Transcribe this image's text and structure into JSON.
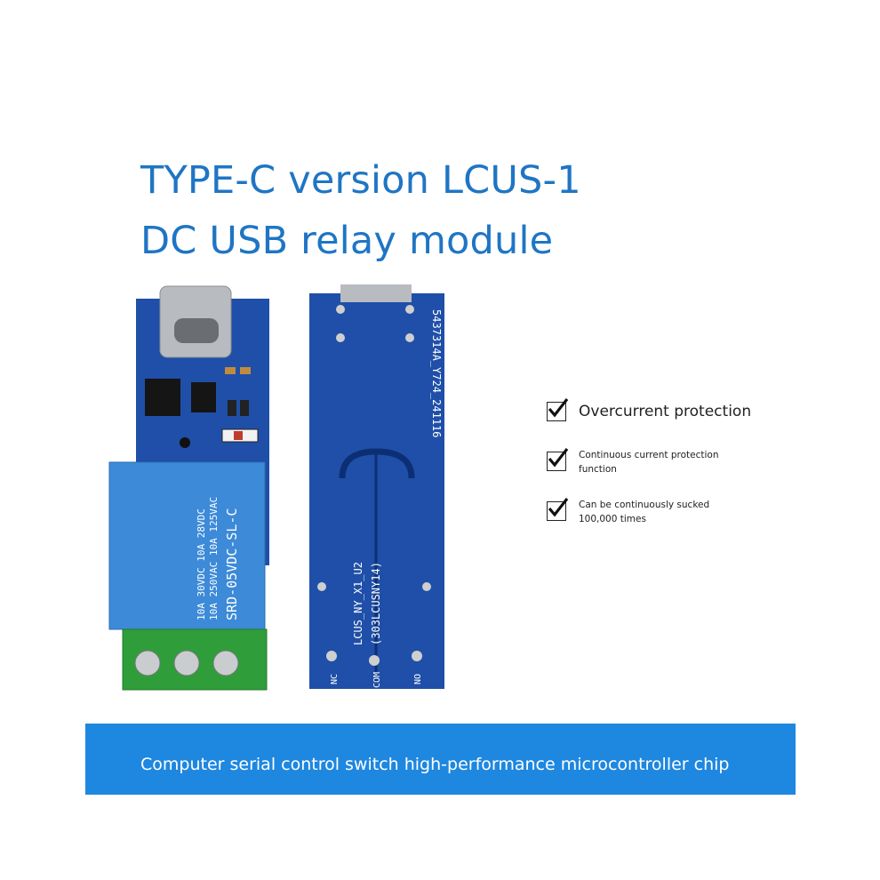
{
  "title": {
    "line1": "TYPE-C version LCUS-1",
    "line2": "DC USB relay module"
  },
  "features": [
    {
      "text": "Overcurrent protection"
    },
    {
      "text": "Continuous current protection function"
    },
    {
      "text": "Can be continuously sucked 100,000 times"
    }
  ],
  "banner": {
    "text": "Computer serial control switch high-performance microcontroller chip"
  },
  "front_board": {
    "relay_lines": [
      "SRD-05VDC-SL-C",
      "10A 250VAC  10A 125VAC",
      "10A  30VDC  10A  28VDC"
    ]
  },
  "back_board": {
    "code": "5437314A_Y724_241116",
    "label1": "LCUS_NY_X1_U2",
    "label2": "(303LCUSNY14)",
    "terminals": [
      "NC",
      "COM",
      "NO"
    ]
  },
  "colors": {
    "title": "#1f75c4",
    "banner": "#1e87e0",
    "pcb": "#1f4fa8",
    "relay": "#3d8ad8",
    "terminal": "#2f9e3a"
  }
}
